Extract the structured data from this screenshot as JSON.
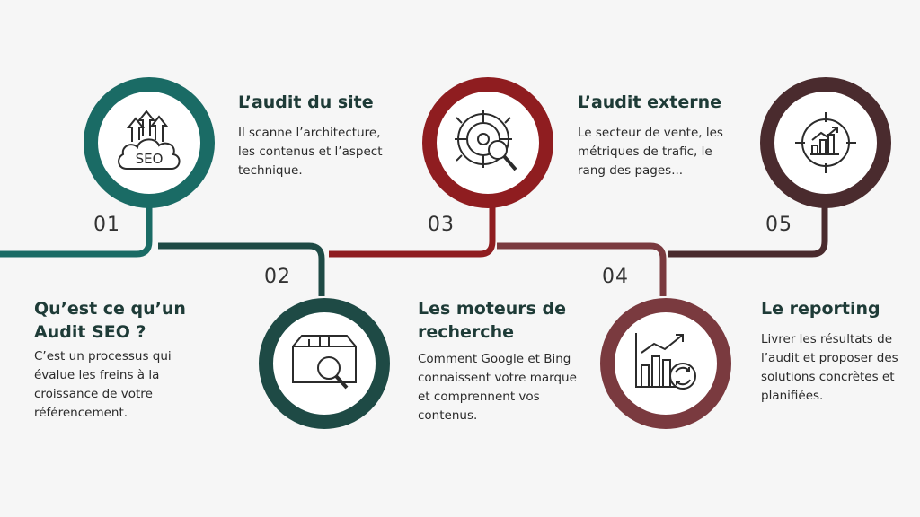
{
  "colors": {
    "teal": "#1a6b65",
    "dark_teal": "#1e4a45",
    "red": "#8f1d20",
    "rose": "#7a3a3f",
    "dark_brown": "#4a2b2e"
  },
  "steps": [
    {
      "number": "01",
      "title": "Qu’est ce qu’un Audit SEO ?",
      "description": "C’est un processus qui évalue les freins à la croissance de votre référencement.",
      "icon": "seo-cloud-icon"
    },
    {
      "number": "02",
      "title": "L’audit du site",
      "description": "Il scanne l’architecture, les contenus et l’aspect technique.",
      "icon": "box-search-icon"
    },
    {
      "number": "03",
      "title": "Les moteurs de recherche",
      "description": "Comment Google et Bing connaissent votre marque et comprennent vos contenus.",
      "icon": "target-search-icon"
    },
    {
      "number": "04",
      "title": "L’audit externe",
      "description": "Le secteur de vente, les métriques de trafic, le rang des pages...",
      "icon": "chart-refresh-icon"
    },
    {
      "number": "05",
      "title": "Le reporting",
      "description": "Livrer les résultats de l’audit et proposer des solutions concrètes et planifiées.",
      "icon": "chart-target-icon"
    }
  ]
}
